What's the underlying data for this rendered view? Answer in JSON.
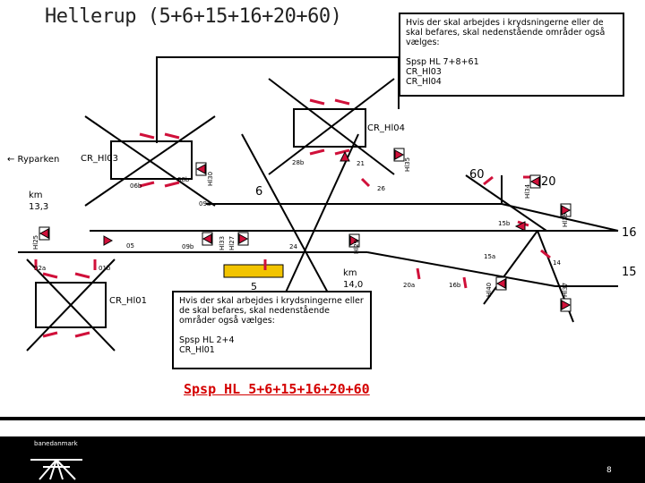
{
  "title": "Hellerup (5+6+15+16+20+60)",
  "note_top": {
    "text": "Hvis der skal arbejdes i krydsningerne eller de skal befares, skal nedenstående områder også vælges:",
    "lines": [
      "Spsp HL 7+8+61",
      "CR_Hl03",
      "CR_Hl04"
    ]
  },
  "note_bottom": {
    "text": "Hvis der skal arbejdes i krydsningerne eller de skal befares, skal nedenstående områder også vælges:",
    "lines": [
      "Spsp HL 2+4",
      "CR_Hl01"
    ]
  },
  "link_label": "Spsp HL 5+6+15+16+20+60",
  "footer": {
    "logo": "banedanmark",
    "page": "8"
  },
  "labels": {
    "cr_hl04": "CR_Hl04",
    "cr_hl03": "CR_Hl03",
    "cr_hl01": "CR_Hl01",
    "ryparken": "← Ryparken",
    "km_left": "km\n13,3",
    "km_right": "km\n14,0",
    "sec_60": "60",
    "sec_20": "20",
    "sec_6": "6",
    "sec_16": "16",
    "sec_15": "15",
    "sec_5": "5",
    "sw_28b": "28b",
    "sw_21": "21",
    "sw_06b": "06b",
    "sw_08b": "08b",
    "sw_26": "26",
    "sw_09a": "09a",
    "sw_15b": "15b",
    "sw_05": "05",
    "sw_09b": "09b",
    "sw_24": "24",
    "sw_15a": "15a",
    "sw_14": "14",
    "sw_02a": "02a",
    "sw_01b": "01b",
    "sw_20a": "20a",
    "sw_16b": "16b"
  },
  "signals": {
    "hl35": "Hl35",
    "hl30": "Hl30",
    "hl34": "Hl34",
    "hl39": "Hl39",
    "hl25": "Hl25",
    "hl33": "Hl33",
    "hl27": "Hl27",
    "hl29": "Hl29",
    "hl40": "Hl40",
    "hl37": "Hl37"
  },
  "colors": {
    "signal": "#d0103a",
    "block": "#f2c400",
    "link": "#d40000",
    "track": "#000000"
  }
}
